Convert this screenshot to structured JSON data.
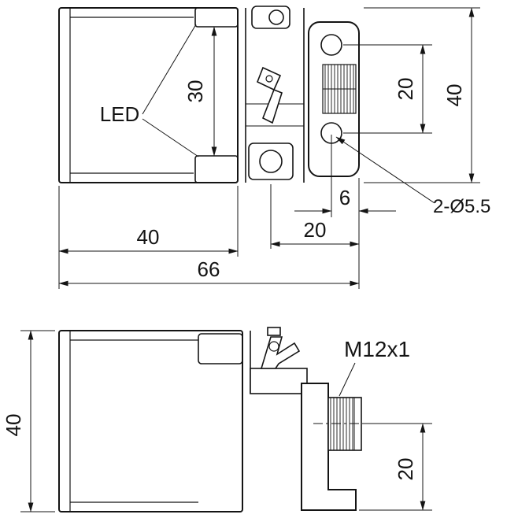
{
  "page": {
    "background": "#ffffff",
    "line_color": "#141414",
    "drawing_type": "sensor dimensional drawing"
  },
  "top_view": {
    "led_label": "LED",
    "dim_led_window_spacing": "30",
    "dim_hole_spacing": "20",
    "dim_height": "40",
    "dim_hole_edge_offset": "6",
    "holes_callout": "2-Ø5.5",
    "dim_clamp_to_end": "20",
    "dim_body_length": "40",
    "dim_overall_length": "66"
  },
  "side_view": {
    "connector_label": "M12x1",
    "dim_height": "40",
    "dim_connector_to_base": "20"
  }
}
